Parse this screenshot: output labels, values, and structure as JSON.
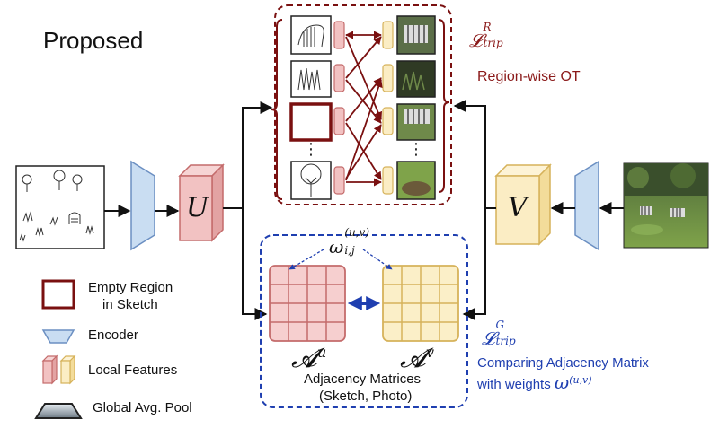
{
  "heading": "Proposed",
  "blocks": {
    "sketch_feature": "U",
    "photo_feature": "V"
  },
  "region_ot": {
    "loss_symbol": "𝓛",
    "loss_sup": "R",
    "loss_sub": "trip",
    "caption": "Region-wise OT"
  },
  "graph_branch": {
    "weight_symbol": "ω",
    "weight_sup": "(u,v)",
    "weight_sub": "i,j",
    "matrix_symbol": "𝓐",
    "sketch_matrix_sup": "u",
    "photo_matrix_sup": "v",
    "caption_line1": "Adjacency Matrices",
    "caption_line2": "(Sketch, Photo)",
    "loss_symbol": "𝓛",
    "loss_sup": "G",
    "loss_sub": "trip",
    "loss_caption_line1": "Comparing Adjacency Matrix",
    "loss_caption_line2": "with weights",
    "loss_caption_symbol": "ω",
    "loss_caption_sup": "(u,v)"
  },
  "ellipsis": "⋮",
  "legend": [
    {
      "icon": "empty-region-icon",
      "line1": "Empty Region",
      "line2": "in Sketch"
    },
    {
      "icon": "encoder-icon",
      "line1": "Encoder"
    },
    {
      "icon": "local-features-icon",
      "line1": "Local Features"
    },
    {
      "icon": "global-avg-pool-icon",
      "line1": "Global Avg. Pool"
    }
  ],
  "colors": {
    "dark_red": "#7a1010",
    "blue": "#1f3fb0",
    "encoder_fill": "#c9ddf2",
    "encoder_stroke": "#6b8fc2",
    "pink_fill": "#f2c2c2",
    "pink_stroke": "#c46b6b",
    "yellow_fill": "#fbedc4",
    "yellow_stroke": "#d6b25a"
  }
}
